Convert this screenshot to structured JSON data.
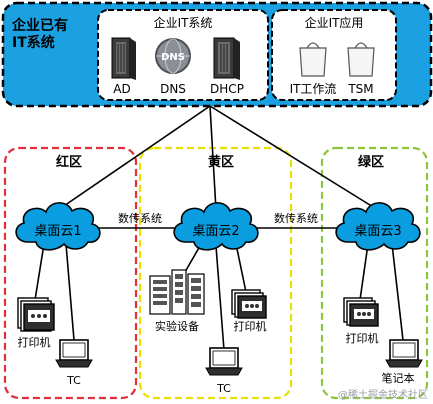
{
  "header": {
    "title_line1": "企业已有",
    "title_line2": "IT系统"
  },
  "it_systems": {
    "title": "企业IT系统",
    "items": [
      "AD",
      "DNS",
      "DHCP"
    ]
  },
  "it_apps": {
    "title": "企业IT应用",
    "items": [
      "IT工作流",
      "TSM"
    ]
  },
  "zones": {
    "red": {
      "label": "红区",
      "color": "#e0303a"
    },
    "yellow": {
      "label": "黄区",
      "color": "#e8e000"
    },
    "green": {
      "label": "绿区",
      "color": "#8cc63f"
    }
  },
  "clouds": [
    "桌面云1",
    "桌面云2",
    "桌面云3"
  ],
  "links": {
    "transfer_left": "数传系统",
    "transfer_right": "数传系统"
  },
  "devices": {
    "printer_label": "打印机",
    "tc_label": "TC",
    "lab_equipment_label": "实验设备",
    "laptop_label": "笔记本"
  },
  "colors": {
    "top_panel": "#1ba1e2",
    "cloud": "#0a9de0",
    "accent_dark": "#000000"
  },
  "watermark": "@稀土掘金技术社区"
}
